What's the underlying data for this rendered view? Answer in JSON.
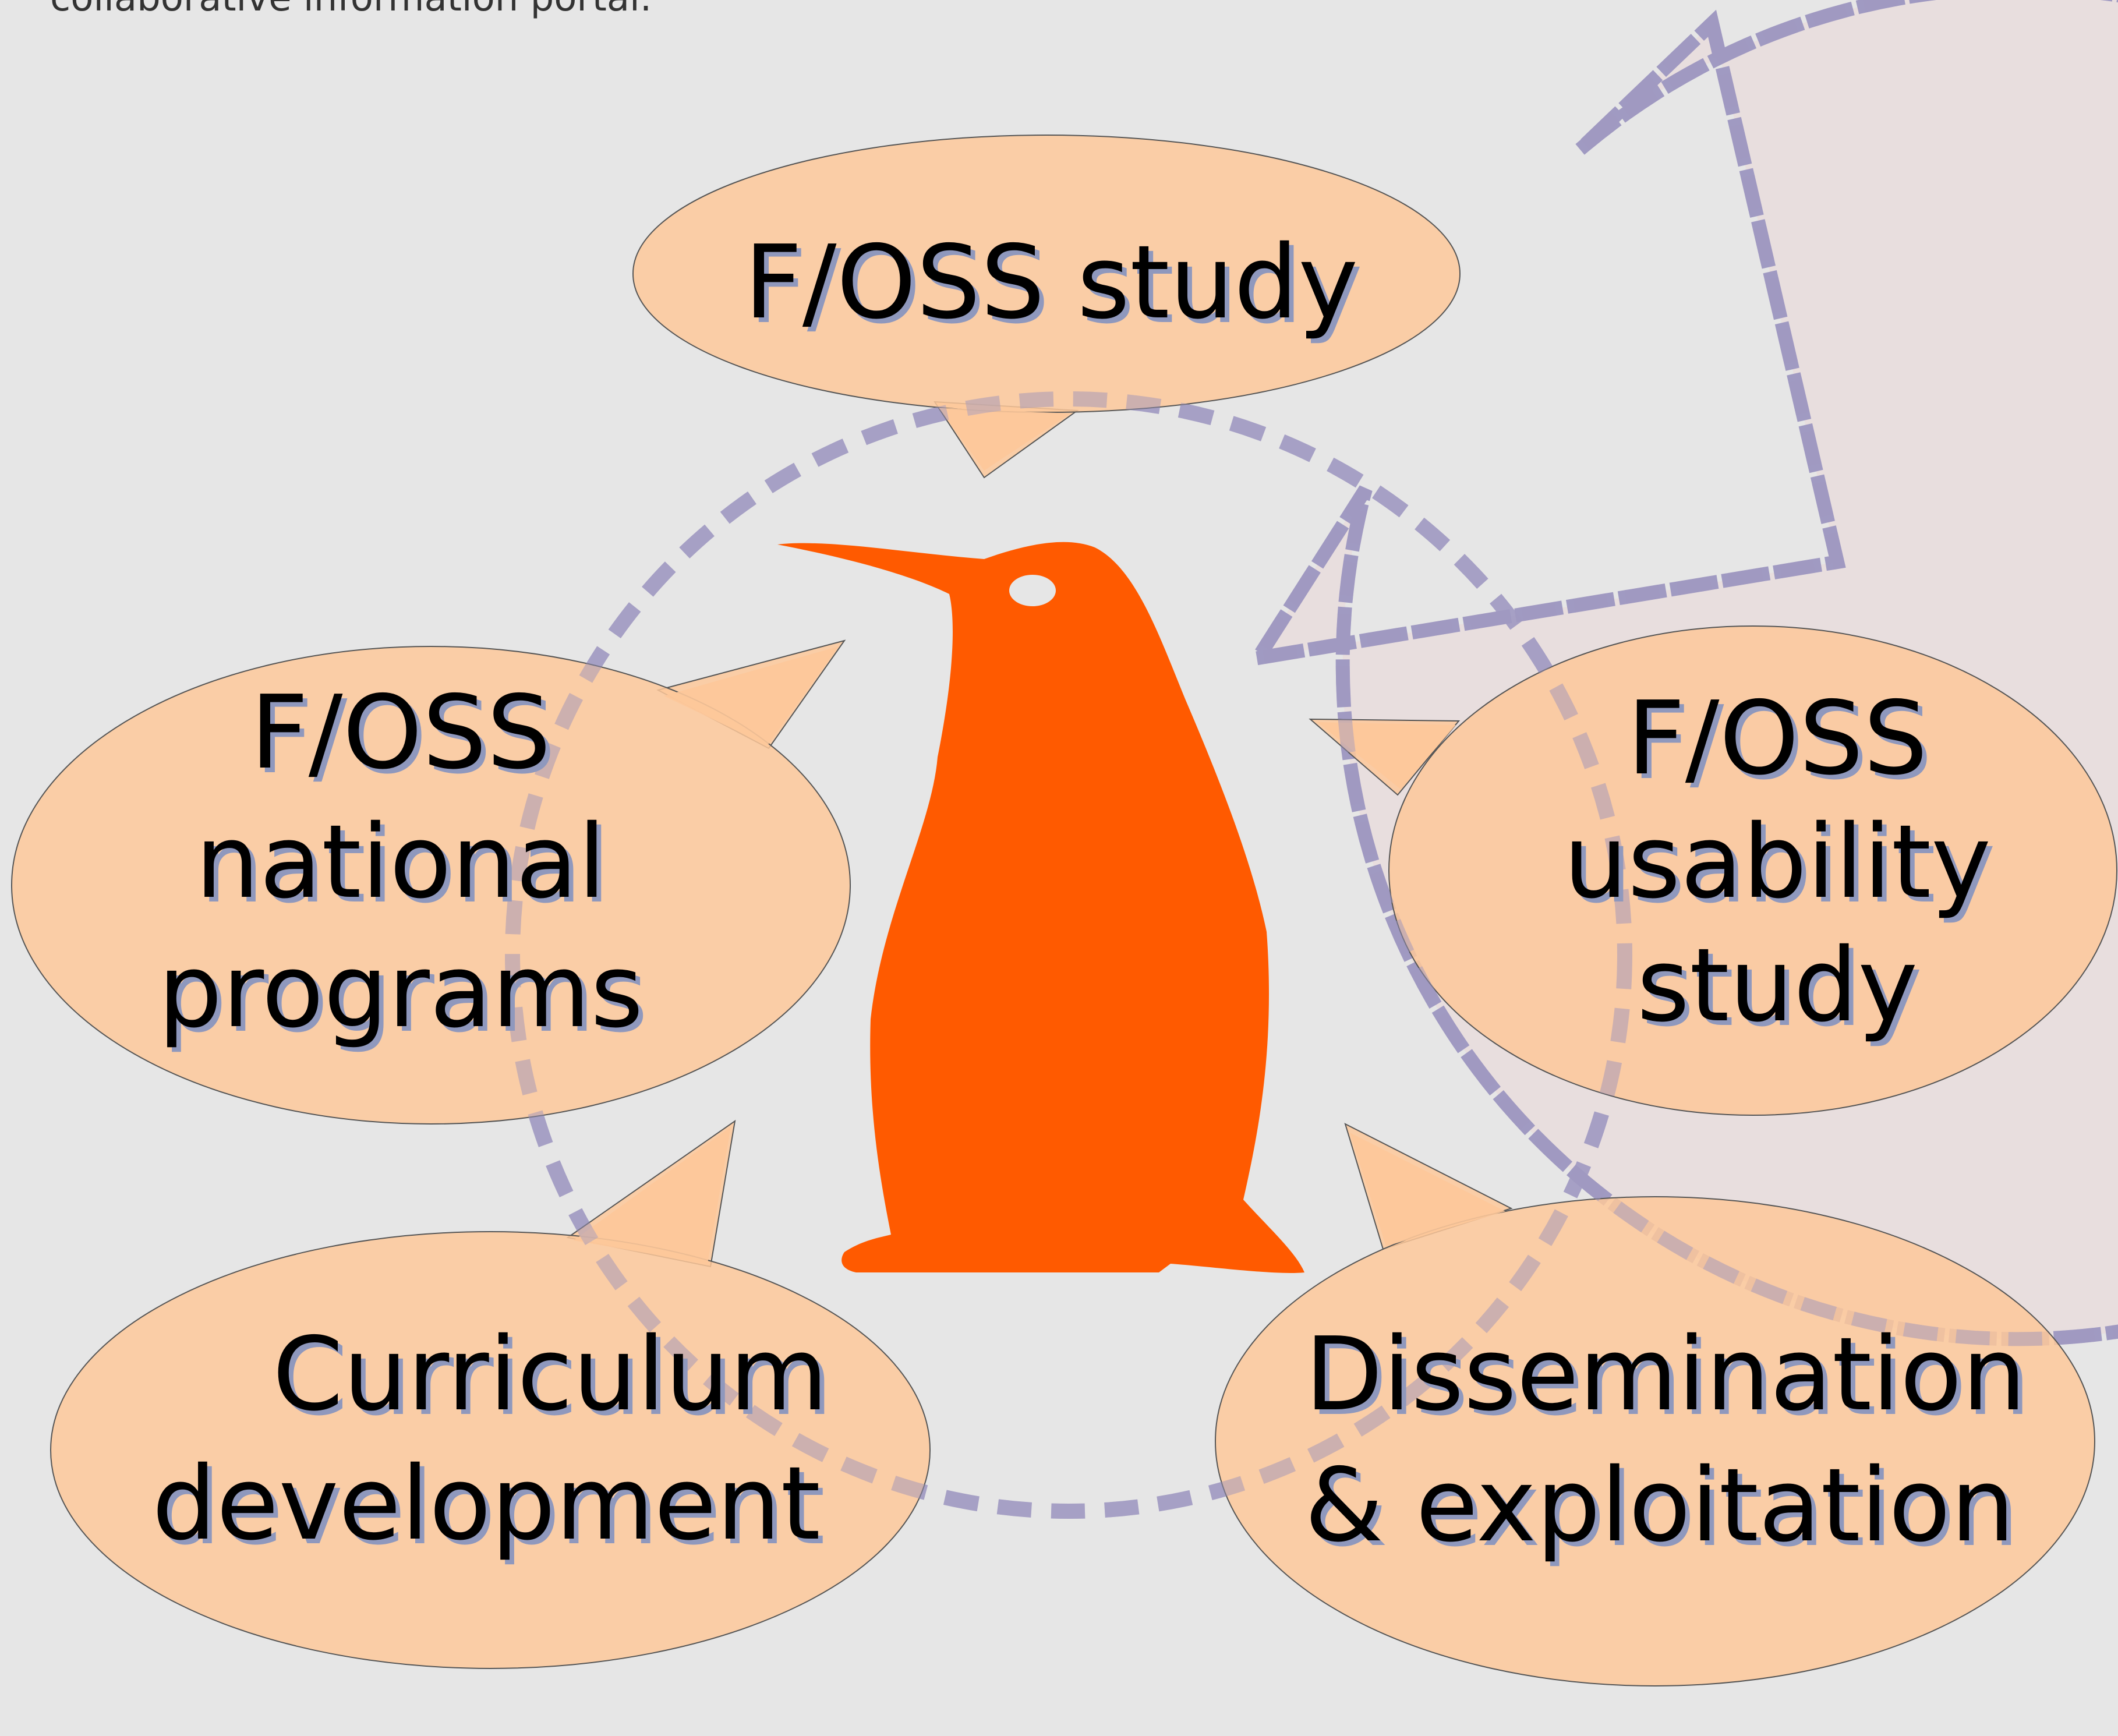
{
  "header": {
    "caption": "collaborative information portal."
  },
  "bubbles": [
    {
      "id": "study",
      "lines": [
        "F/OSS study"
      ]
    },
    {
      "id": "national",
      "lines": [
        "F/OSS",
        "national",
        "programs"
      ]
    },
    {
      "id": "usability",
      "lines": [
        "F/OSS",
        "usability",
        "study"
      ]
    },
    {
      "id": "curriculum",
      "lines": [
        "Curriculum",
        "development"
      ]
    },
    {
      "id": "dissemination",
      "lines": [
        "Dissemination",
        "& exploitation"
      ]
    }
  ],
  "colors": {
    "background": "#e6e6e6",
    "bubble_fill": "#fdc89a",
    "arrow_fill": "#e8dcdc",
    "dash_stroke": "#a09ac2",
    "penguin": "#ff5a00",
    "text": "#000000",
    "text_shadow": "#8f98bd"
  },
  "icons": {
    "center": "penguin-icon"
  }
}
